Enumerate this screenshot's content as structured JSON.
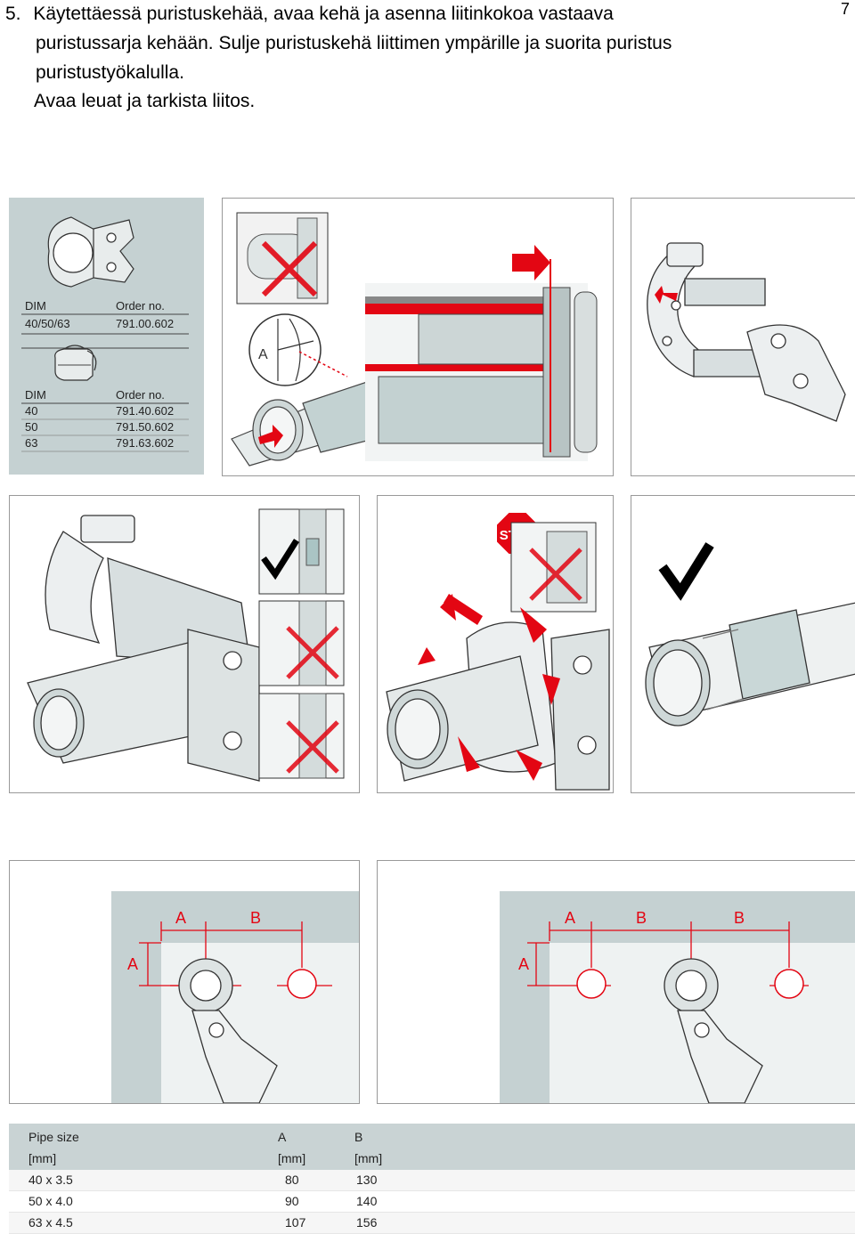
{
  "page_number": "7",
  "instruction": {
    "number": "5.",
    "line1": "Käytettäessä puristuskehää, avaa kehä ja asenna liitinkokoa vastaava",
    "line2": "puristussarja kehään. Sulje puristuskehä liittimen ympärille ja suorita puristus",
    "line3": "puristustyökalulla.",
    "line4": "Avaa leuat ja tarkista liitos."
  },
  "colors": {
    "accent_red": "#e30613",
    "panel_bg": "#c5d1d2",
    "table_header_bg": "#c9d3d4"
  },
  "parts_panel": {
    "table1": {
      "col_dim": "DIM",
      "col_order": "Order no.",
      "rows": [
        {
          "dim": "40/50/63",
          "order": "791.00.602"
        }
      ]
    },
    "table2": {
      "col_dim": "DIM",
      "col_order": "Order no.",
      "rows": [
        {
          "dim": "40",
          "order": "791.40.602"
        },
        {
          "dim": "50",
          "order": "791.50.602"
        },
        {
          "dim": "63",
          "order": "791.63.602"
        }
      ]
    }
  },
  "insertion_panel": {
    "depth_label": "A"
  },
  "stop_sign": {
    "label": "STOP"
  },
  "clearance_panels": {
    "left": {
      "label_a_top": "A",
      "label_b_top": "B",
      "label_a_side": "A"
    },
    "right": {
      "label_a_top": "A",
      "label_b1_top": "B",
      "label_b2_top": "B",
      "label_a_side": "A"
    }
  },
  "pipe_table": {
    "headers": [
      {
        "line1": "Pipe size",
        "line2": "[mm]"
      },
      {
        "line1": "A",
        "line2": "[mm]"
      },
      {
        "line1": "B",
        "line2": "[mm]"
      }
    ],
    "rows": [
      {
        "size": "40 x 3.5",
        "a": "80",
        "b": "130"
      },
      {
        "size": "50 x 4.0",
        "a": "90",
        "b": "140"
      },
      {
        "size": "63 x 4.5",
        "a": "107",
        "b": "156"
      }
    ]
  }
}
